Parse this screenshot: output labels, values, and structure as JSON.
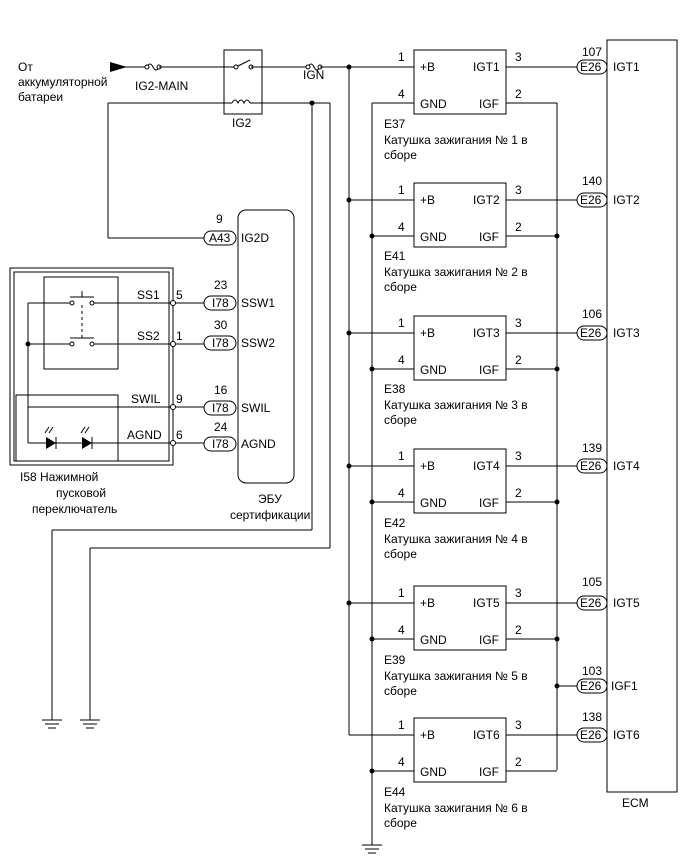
{
  "source": {
    "line1": "От",
    "line2": "аккумуляторной",
    "line3": "батареи"
  },
  "fuse_main": "IG2-MAIN",
  "fuse_ign": "IGN",
  "relay": "IG2",
  "coil_pins": {
    "pin1": "1",
    "pin4": "4",
    "pin3": "3",
    "pin2": "2",
    "b": "+B",
    "gnd": "GND",
    "igf": "IGF"
  },
  "coils": [
    {
      "igt": "IGT1",
      "code": "E37",
      "desc1": "Катушка зажигания № 1 в",
      "desc2": "сборе",
      "ecm_pin": "107",
      "ecm_label": "IGT1",
      "conn": "E26"
    },
    {
      "igt": "IGT2",
      "code": "E41",
      "desc1": "Катушка зажигания № 2 в",
      "desc2": "сборе",
      "ecm_pin": "140",
      "ecm_label": "IGT2",
      "conn": "E26"
    },
    {
      "igt": "IGT3",
      "code": "E38",
      "desc1": "Катушка зажигания № 3 в",
      "desc2": "сборе",
      "ecm_pin": "106",
      "ecm_label": "IGT3",
      "conn": "E26"
    },
    {
      "igt": "IGT4",
      "code": "E42",
      "desc1": "Катушка зажигания № 4 в",
      "desc2": "сборе",
      "ecm_pin": "139",
      "ecm_label": "IGT4",
      "conn": "E26"
    },
    {
      "igt": "IGT5",
      "code": "E39",
      "desc1": "Катушка зажигания № 5 в",
      "desc2": "сборе",
      "ecm_pin": "105",
      "ecm_label": "IGT5",
      "conn": "E26"
    },
    {
      "igt": "IGT6",
      "code": "E44",
      "desc1": "Катушка зажигания № 6 в",
      "desc2": "сборе",
      "ecm_pin": "138",
      "ecm_label": "IGT6",
      "conn": "E26"
    }
  ],
  "igf1": {
    "pin": "103",
    "conn": "E26",
    "label": "IGF1"
  },
  "ecm": "ECM",
  "cert_ecu": {
    "line1": "ЭБУ",
    "line2": "сертификации",
    "pins": [
      {
        "num": "9",
        "conn": "A43",
        "label": "IG2D"
      },
      {
        "num": "23",
        "conn": "I78",
        "label": "SSW1"
      },
      {
        "num": "30",
        "conn": "I78",
        "label": "SSW2"
      },
      {
        "num": "16",
        "conn": "I78",
        "label": "SWIL"
      },
      {
        "num": "24",
        "conn": "I78",
        "label": "AGND"
      }
    ]
  },
  "start_switch": {
    "line1": "I58 Нажимной",
    "line2": "пусковой",
    "line3": "переключатель",
    "wires": [
      {
        "name": "SS1",
        "pin": "5"
      },
      {
        "name": "SS2",
        "pin": "1"
      },
      {
        "name": "SWIL",
        "pin": "9"
      },
      {
        "name": "AGND",
        "pin": "6"
      }
    ]
  }
}
